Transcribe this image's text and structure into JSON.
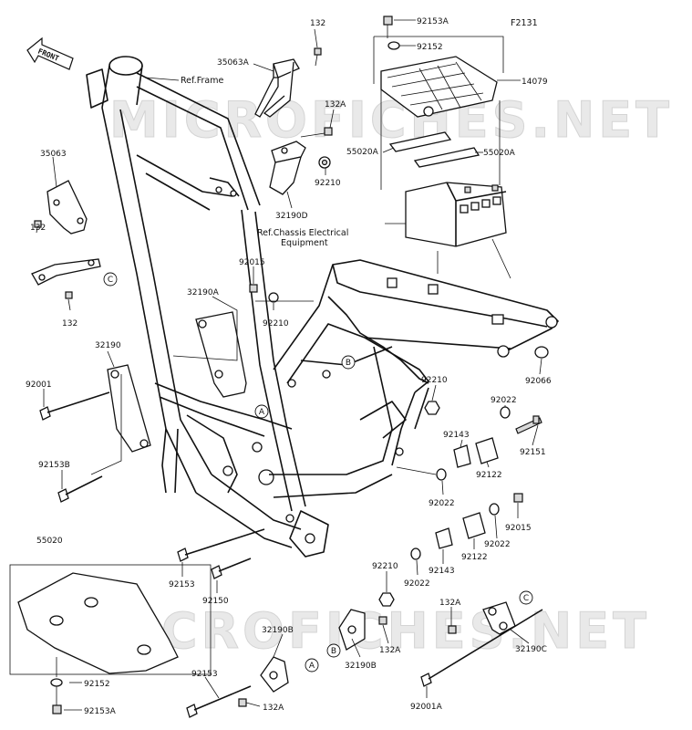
{
  "diagram_code": "F2131",
  "front_label": "FRONT",
  "watermark": {
    "top": "MICROFICHES.NET",
    "bottom": "MICROFICHES.NET"
  },
  "references": {
    "frame": "Ref.Frame",
    "chassis_line1": "Ref.Chassis Electrical",
    "chassis_line2": "Equipment"
  },
  "callouts": {
    "A": "A",
    "B": "B",
    "C": "C"
  },
  "part_labels": {
    "p132_top": "132",
    "p35063A": "35063A",
    "p132A_top": "132A",
    "p32190D": "32190D",
    "p92210_a": "92210",
    "p35063": "35063",
    "p132_left": "132",
    "p132_left_bottom": "132",
    "p92153A_top": "92153A",
    "p92152_top": "92152",
    "p14079": "14079",
    "p55020A_left": "55020A",
    "p55020A_right": "55020A",
    "p92015_top": "92015",
    "p32190A": "32190A",
    "p92210_b": "92210",
    "p32190": "32190",
    "p92001": "92001",
    "p92153B": "92153B",
    "p92066": "92066",
    "p92210_c": "92210",
    "p92022_a": "92022",
    "p92143_a": "92143",
    "p92151": "92151",
    "p92122_a": "92122",
    "p92022_b": "92022",
    "p92015_b": "92015",
    "p92022_c": "92022",
    "p92122_b": "92122",
    "p92143_b": "92143",
    "p92022_d": "92022",
    "p55020": "55020",
    "p92153_a": "92153",
    "p92150": "92150",
    "p92210_d": "92210",
    "p132A_mid": "132A",
    "p132A_right": "132A",
    "p32190B_top": "32190B",
    "p32190B_mid": "32190B",
    "p32190C": "32190C",
    "p92153_b": "92153",
    "p132A_bottom": "132A",
    "p92001A": "92001A",
    "p92152_bottom": "92152",
    "p92153A_bottom": "92153A"
  }
}
